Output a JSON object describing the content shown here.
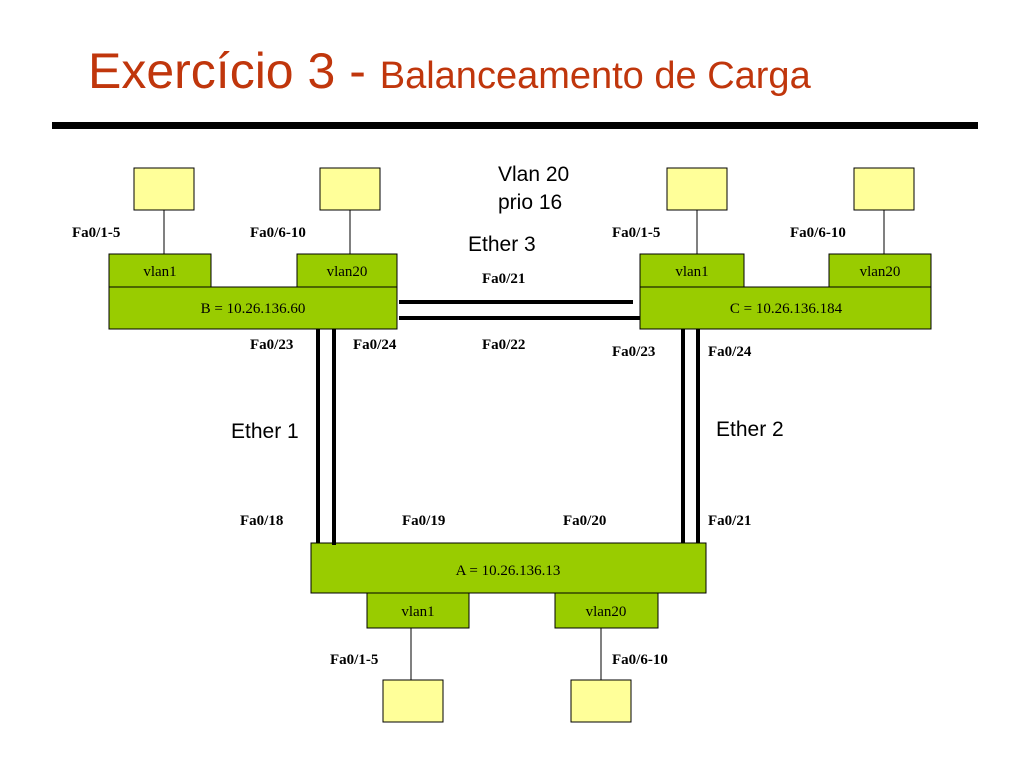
{
  "title": {
    "main": "Exercício 3 - ",
    "sub": "Balanceamento de Carga"
  },
  "colors": {
    "title": "#c0360c",
    "switch_fill": "#99cc00",
    "host_fill": "#ffff99"
  },
  "switches": {
    "B": {
      "label": "B = 10.26.136.60",
      "vlan1": "vlan1",
      "vlan20": "vlan20"
    },
    "C": {
      "label": "C = 10.26.136.184",
      "vlan1": "vlan1",
      "vlan20": "vlan20"
    },
    "A": {
      "label": "A = 10.26.136.13",
      "vlan1": "vlan1",
      "vlan20": "vlan20"
    }
  },
  "ports": {
    "b_fa01_5": "Fa0/1-5",
    "b_fa06_10": "Fa0/6-10",
    "c_fa01_5": "Fa0/1-5",
    "c_fa06_10": "Fa0/6-10",
    "fa0_21_top": "Fa0/21",
    "fa0_22": "Fa0/22",
    "b_fa0_23": "Fa0/23",
    "b_fa0_24": "Fa0/24",
    "c_fa0_23": "Fa0/23",
    "c_fa0_24": "Fa0/24",
    "a_fa0_18": "Fa0/18",
    "a_fa0_19": "Fa0/19",
    "a_fa0_20": "Fa0/20",
    "a_fa0_21": "Fa0/21",
    "a_fa01_5": "Fa0/1-5",
    "a_fa06_10": "Fa0/6-10"
  },
  "links": {
    "ether1": "Ether 1",
    "ether2": "Ether 2",
    "ether3": "Ether 3",
    "vlan_note_line1": "Vlan 20",
    "vlan_note_line2": "prio 16"
  }
}
